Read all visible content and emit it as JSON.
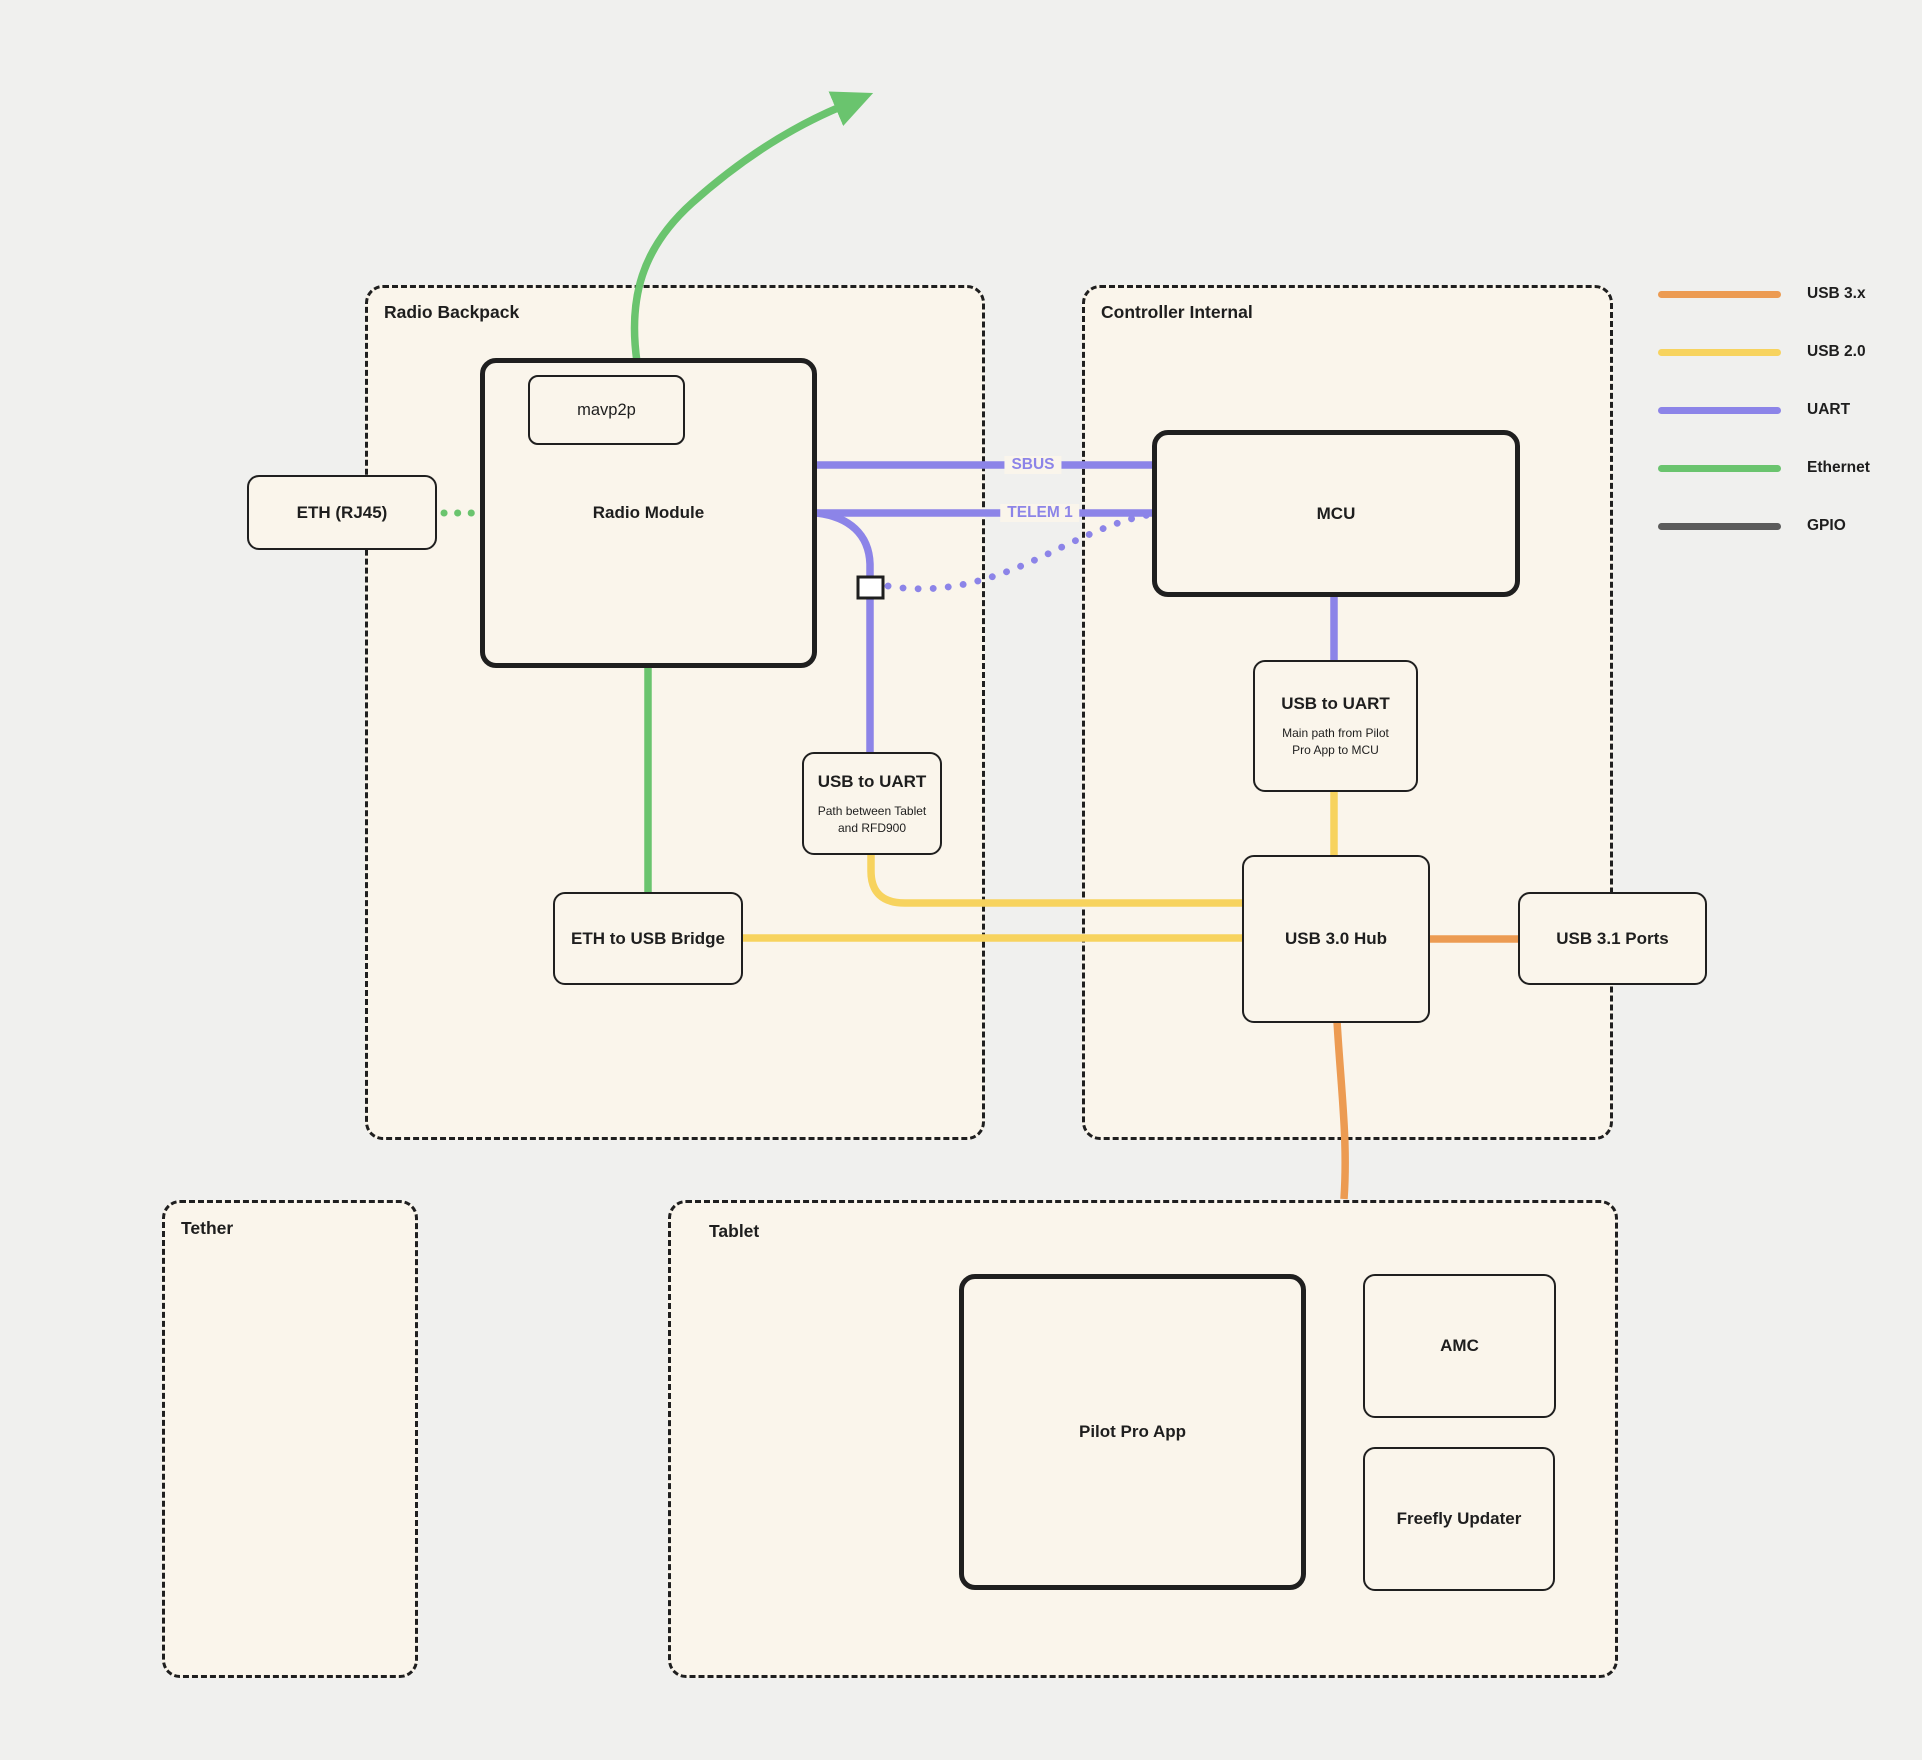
{
  "colors": {
    "usb3x": "#EC9B52",
    "usb20": "#F7D35E",
    "uart": "#8C84E8",
    "ethernet": "#6AC46E",
    "gpio": "#5B5B5B",
    "ink": "#1E1E1E",
    "surface": "#FAF5EB",
    "background": "#F0F0EE"
  },
  "legend": {
    "items": [
      {
        "label": "USB 3.x",
        "color": "#EC9B52"
      },
      {
        "label": "USB 2.0",
        "color": "#F7D35E"
      },
      {
        "label": "UART",
        "color": "#8C84E8"
      },
      {
        "label": "Ethernet",
        "color": "#6AC46E"
      },
      {
        "label": "GPIO",
        "color": "#5B5B5B"
      }
    ]
  },
  "containers": {
    "radio_backpack": {
      "label": "Radio Backpack"
    },
    "controller_internal": {
      "label": "Controller Internal"
    },
    "tether": {
      "label": "Tether"
    },
    "tablet": {
      "label": "Tablet"
    }
  },
  "nodes": {
    "mavp2p": {
      "label": "mavp2p"
    },
    "radio_module": {
      "label": "Radio Module"
    },
    "eth_rj45": {
      "label": "ETH (RJ45)"
    },
    "usb_to_uart_radio": {
      "label": "USB to UART",
      "note": "Path between Tablet and RFD900"
    },
    "eth_usb_bridge": {
      "label": "ETH to USB Bridge"
    },
    "mcu": {
      "label": "MCU"
    },
    "usb_to_uart_controller": {
      "label": "USB to UART",
      "note": "Main path from Pilot Pro App to MCU"
    },
    "usb3_hub": {
      "label": "USB 3.0 Hub"
    },
    "usb31_ports": {
      "label": "USB 3.1 Ports"
    },
    "pilot_pro_app": {
      "label": "Pilot Pro App"
    },
    "amc": {
      "label": "AMC"
    },
    "freefly_updater": {
      "label": "Freefly Updater"
    }
  },
  "connection_labels": {
    "sbus": "SBUS",
    "telem1": "TELEM 1"
  }
}
